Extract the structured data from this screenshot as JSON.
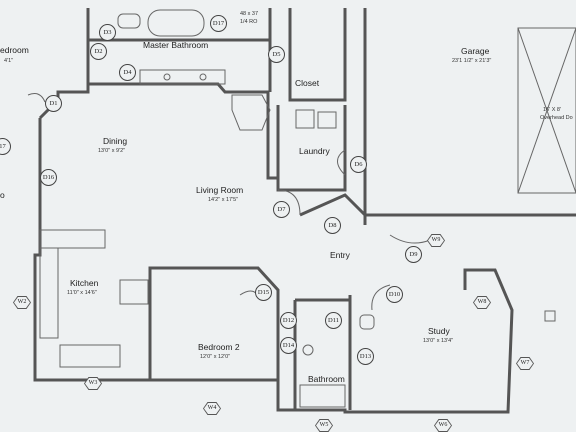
{
  "rooms": {
    "bedroom_partial": "edroom",
    "bedroom_partial_dim": "4'1\"",
    "master_bathroom": "Master Bathroom",
    "tub_dim_1": "48 x 37",
    "tub_dim_2": "1/4 RO",
    "closet": "Closet",
    "garage": "Garage",
    "garage_dim": "23'1 1/2\" x 21'3\"",
    "garage_door": "16' X 8'",
    "garage_door_2": "Overhead Do",
    "dining": "Dining",
    "dining_dim": "13'0\" x 9'2\"",
    "living_room": "Living Room",
    "living_dim": "14'2\" x 17'5\"",
    "laundry": "Laundry",
    "entry": "Entry",
    "kitchen": "Kitchen",
    "kitchen_dim": "11'0\" x 14'6\"",
    "bedroom2": "Bedroom 2",
    "bedroom2_dim": "12'0\" x 12'0\"",
    "study": "Study",
    "study_dim": "13'0\" x 13'4\"",
    "bathroom": "Bathroom",
    "left_partial": "o",
    "left_tag_partial": "17"
  },
  "door_tags": [
    "D1",
    "D2",
    "D3",
    "D4",
    "D5",
    "D6",
    "D7",
    "D8",
    "D9",
    "D10",
    "D11",
    "D12",
    "D13",
    "D14",
    "D15",
    "D16",
    "D17"
  ],
  "window_tags": [
    "W2",
    "W3",
    "W4",
    "W5",
    "W6",
    "W7",
    "W8",
    "W9"
  ]
}
